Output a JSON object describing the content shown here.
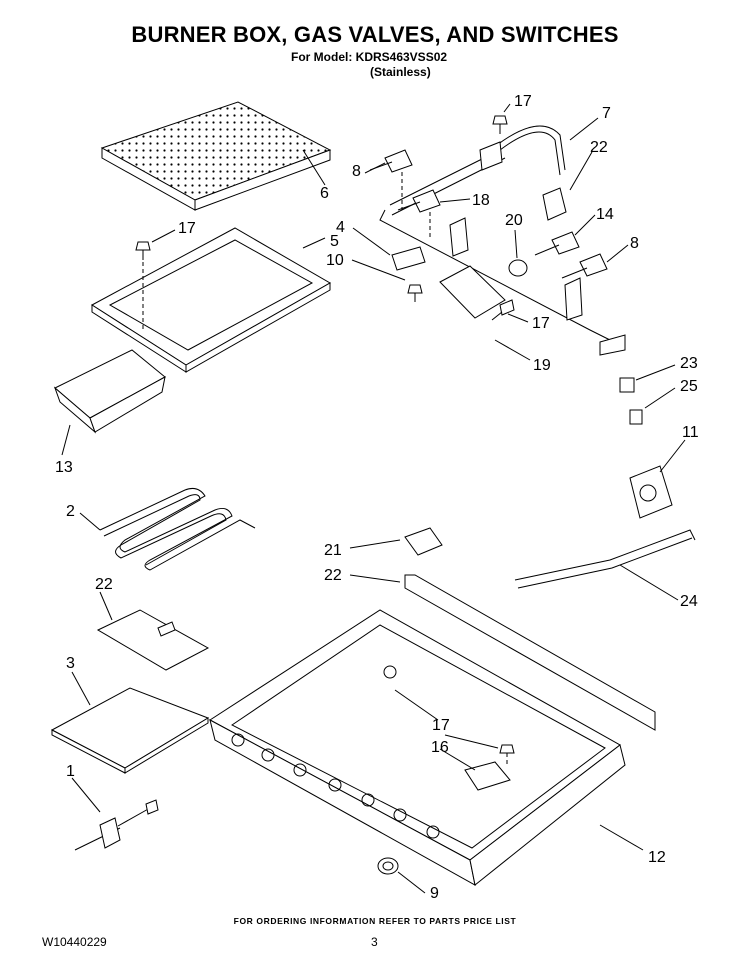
{
  "header": {
    "title": "BURNER BOX, GAS VALVES, AND SWITCHES",
    "model_line": "For Model: KDRS463VSS02",
    "finish_line": "(Stainless)"
  },
  "callouts": {
    "c17a": "17",
    "c7": "7",
    "c8a": "8",
    "c6": "6",
    "c22a": "22",
    "c18": "18",
    "c20": "20",
    "c14": "14",
    "c17b": "17",
    "c4": "4",
    "c5": "5",
    "c10": "10",
    "c8b": "8",
    "c17c": "17",
    "c19": "19",
    "c23": "23",
    "c25": "25",
    "c13": "13",
    "c11": "11",
    "c2": "2",
    "c21": "21",
    "c22b": "22",
    "c24": "24",
    "c22c": "22",
    "c3": "3",
    "c17d": "17",
    "c16": "16",
    "c1": "1",
    "c12": "12",
    "c9": "9"
  },
  "footer": {
    "note": "FOR ORDERING INFORMATION REFER TO PARTS PRICE LIST",
    "doc_id": "W10440229",
    "page": "3"
  }
}
